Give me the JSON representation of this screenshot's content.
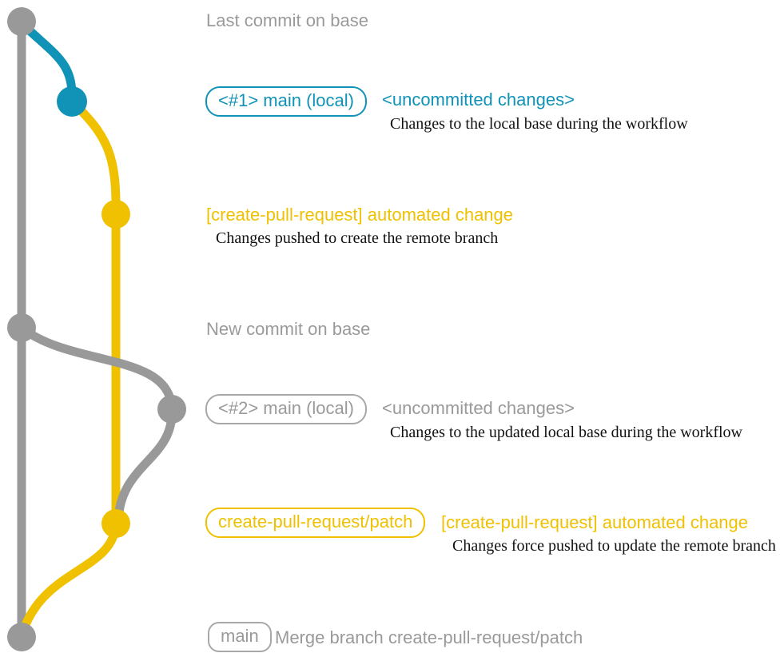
{
  "palette": {
    "base_gray": "#999999",
    "branch_blue": "#1093b7",
    "branch_yellow": "#efc100",
    "label_gray": "#9a9a9a",
    "description_black": "#111111"
  },
  "graph": {
    "base_commit_top": "Last commit on base",
    "base_commit_new": "New commit on base"
  },
  "step1": {
    "badge": "<#1> main (local)",
    "status": "<uncommitted changes>",
    "description": "Changes to the local base during the workflow"
  },
  "push1": {
    "title": "[create-pull-request] automated change",
    "description": "Changes pushed to create the remote branch"
  },
  "step2": {
    "badge": "<#2> main (local)",
    "status": "<uncommitted changes>",
    "description": "Changes to the updated local base during the workflow"
  },
  "push2": {
    "badge": "create-pull-request/patch",
    "title": "[create-pull-request] automated change",
    "description": "Changes force pushed to update the remote branch"
  },
  "merge": {
    "badge": "main",
    "message": "Merge branch create-pull-request/patch"
  }
}
